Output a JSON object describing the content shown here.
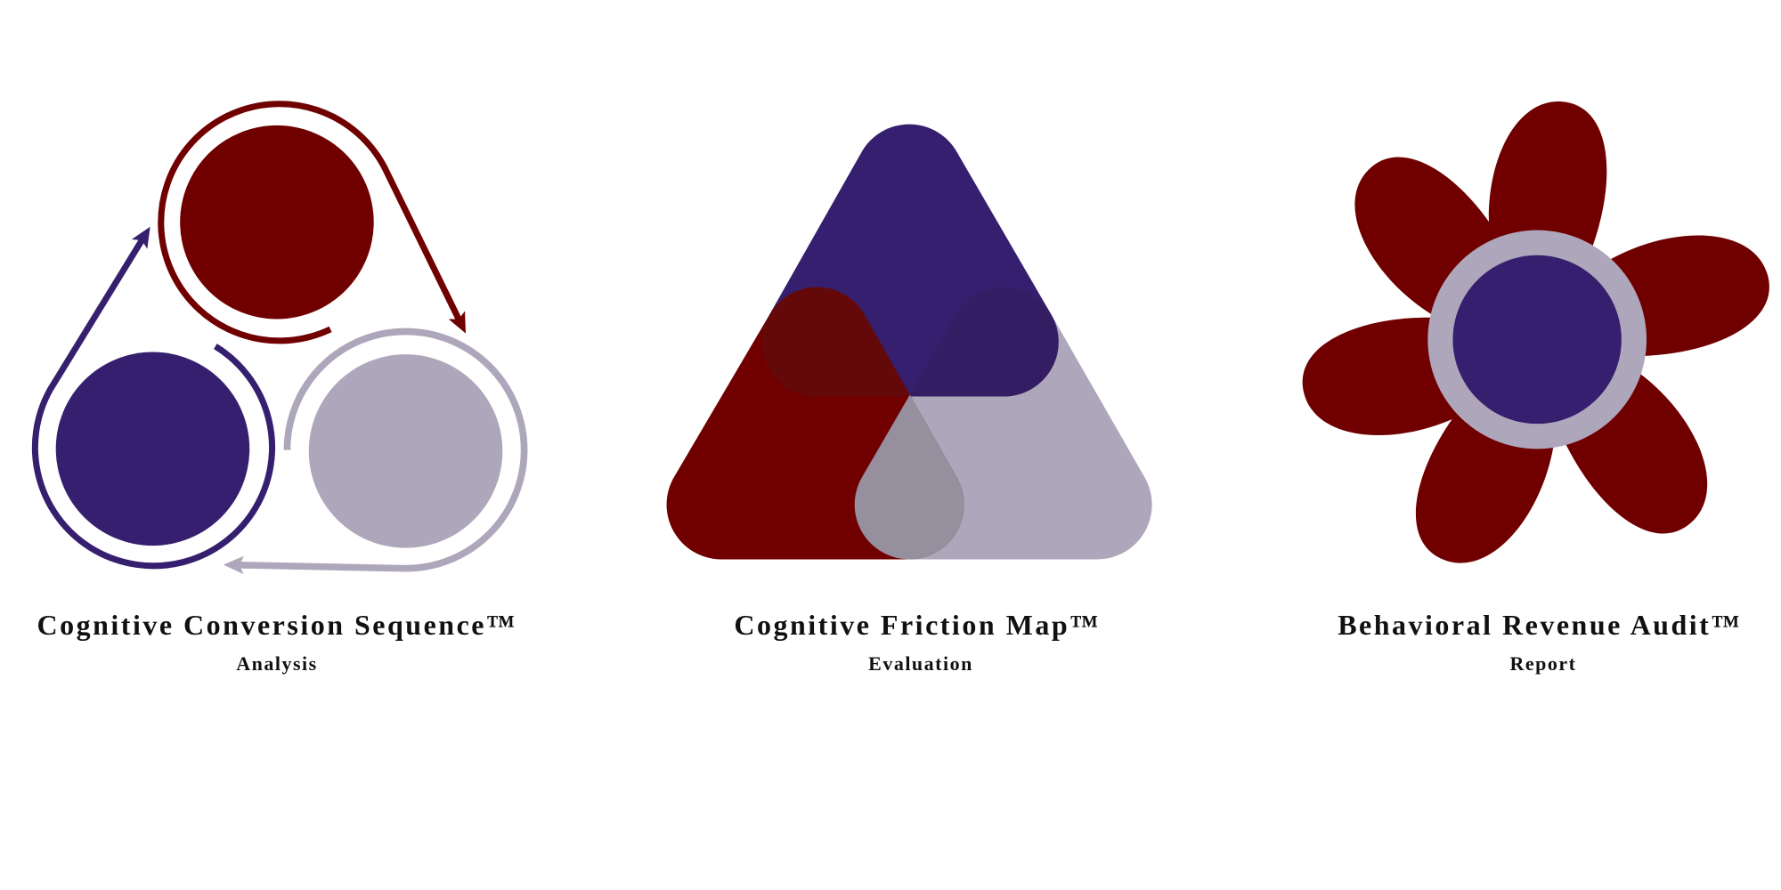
{
  "colors": {
    "maroon": "#700000",
    "indigo": "#361f6e",
    "lavender": "#aea7bb",
    "maroon_indigo_overlap": "#630909",
    "indigo_lavender_overlap": "#341d62",
    "maroon_lavender_overlap": "#958f9e"
  },
  "panels": [
    {
      "title": "Cognitive Conversion Sequence™",
      "subtitle": "Analysis",
      "icon": "three-circle-cycle-icon"
    },
    {
      "title": "Cognitive Friction Map™",
      "subtitle": "Evaluation",
      "icon": "overlapping-triangles-icon"
    },
    {
      "title": "Behavioral Revenue Audit™",
      "subtitle": "Report",
      "icon": "flower-icon"
    }
  ]
}
